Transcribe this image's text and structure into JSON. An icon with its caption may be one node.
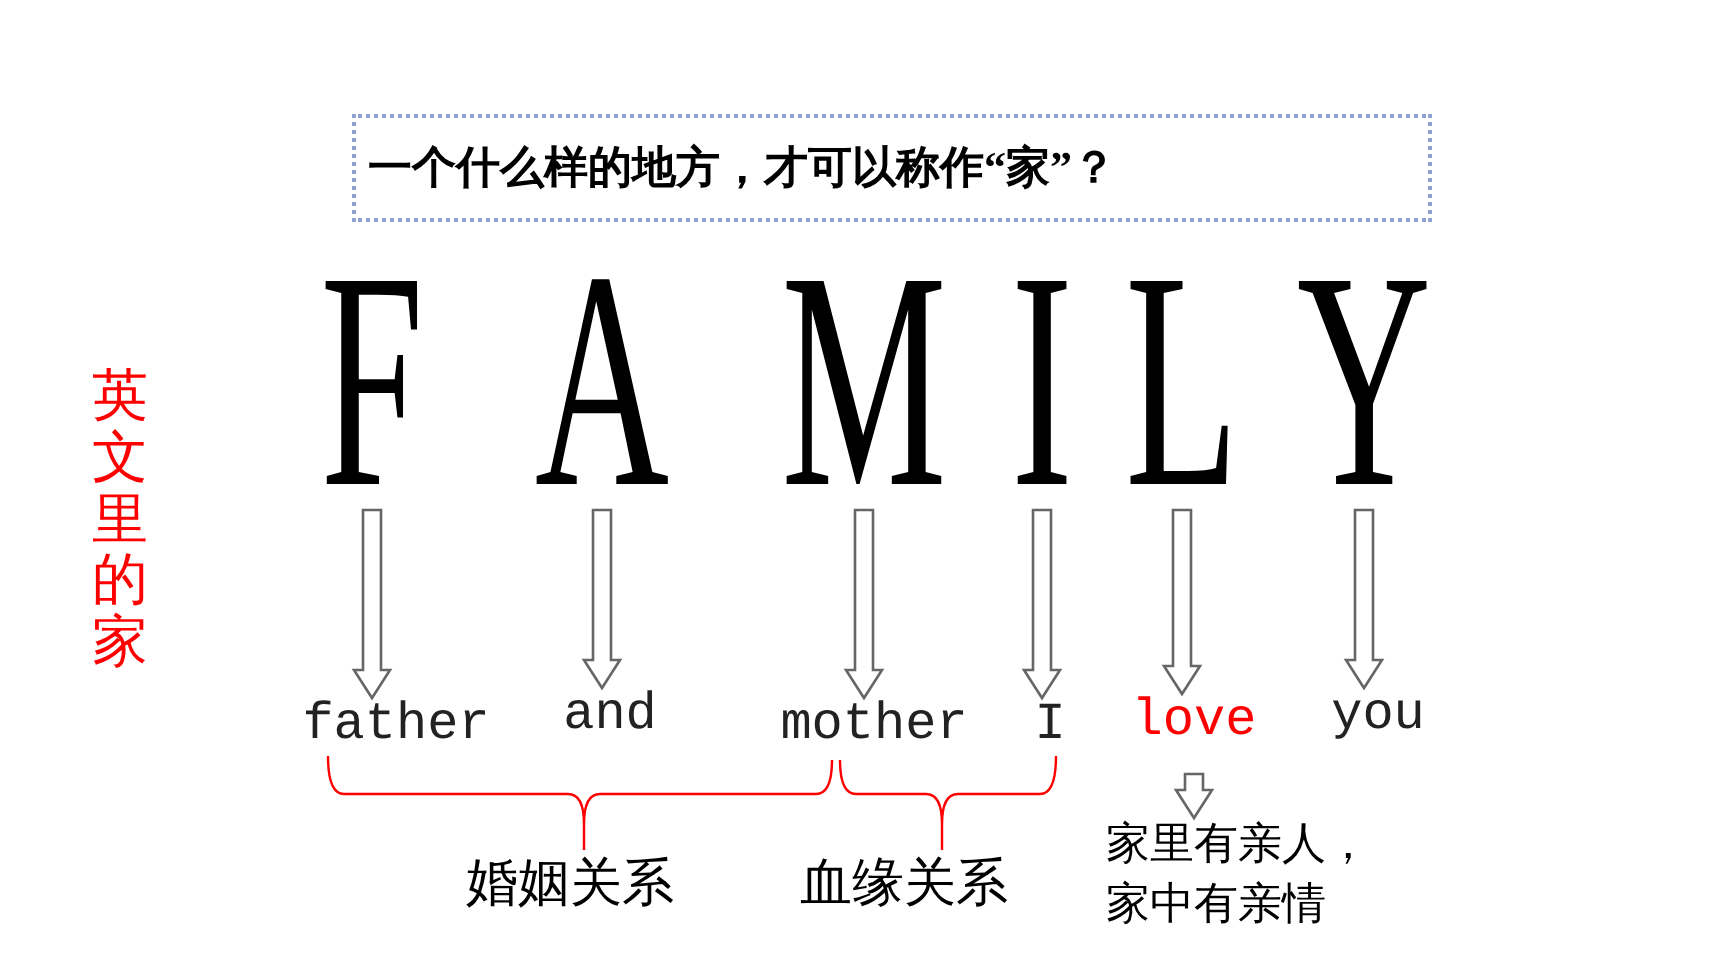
{
  "diagram": {
    "nodes": [
      {
        "text": [
          "一个什么样的地方，才可以称作“家”？"
        ]
      },
      {
        "text": [
          "F"
        ]
      },
      {
        "text": [
          "A"
        ]
      },
      {
        "text": [
          "M"
        ]
      },
      {
        "text": [
          "I"
        ]
      },
      {
        "text": [
          "L"
        ]
      },
      {
        "text": [
          "Y"
        ]
      },
      {
        "text": [
          "father"
        ]
      },
      {
        "text": [
          "and"
        ]
      },
      {
        "text": [
          "mother"
        ]
      },
      {
        "text": [
          "I"
        ]
      },
      {
        "text": [
          "love"
        ]
      },
      {
        "text": [
          "you"
        ]
      },
      {
        "text": [
          "家里有亲人，家中有亲情"
        ]
      }
    ],
    "edges": [
      {
        "from": 1,
        "to": 7,
        "arrow": "to"
      },
      {
        "from": 2,
        "to": 8,
        "arrow": "to"
      },
      {
        "from": 3,
        "to": 9,
        "arrow": "to"
      },
      {
        "from": 4,
        "to": 10,
        "arrow": "to"
      },
      {
        "from": 5,
        "to": 11,
        "arrow": "to"
      },
      {
        "from": 6,
        "to": 12,
        "arrow": "to"
      },
      {
        "from": 11,
        "to": 13,
        "arrow": "to"
      }
    ],
    "labels": [
      "英文里的家",
      "婚姻关系",
      "血缘关系"
    ]
  }
}
